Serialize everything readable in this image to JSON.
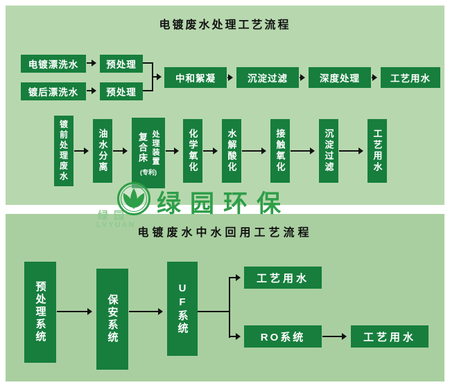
{
  "colors": {
    "box_green": "#177e3d",
    "bg_top": "#b7d8ae",
    "bg_bottom": "#a9cfa0",
    "logo_green": "#2f9e49",
    "watermark_green": "#8fc98f",
    "arrow_black": "#111111",
    "text_black": "#111111",
    "box_text": "#ffffff"
  },
  "panel_top": {
    "title": "电镀废水处理工艺流程",
    "row1": {
      "rinse_water": "电镀漂洗水",
      "pretreat1": "预处理",
      "post_rinse_water": "镀后漂洗水",
      "pretreat2": "预处理",
      "neutralize": "中和絮凝",
      "sediment_filter": "沉淀过滤",
      "deep_treat": "深度处理",
      "process_water": "工艺用水"
    },
    "row2": {
      "pre_plating_wastewater": "镀前处理废水",
      "oil_water_sep": "油水分离",
      "composite_left": "复合床",
      "composite_right": "处理装置",
      "composite_patent": "(专利)",
      "chem_oxidation": "化学氧化",
      "hydrolysis": "水解酸化",
      "contact_oxidation": "接触氧化",
      "sediment_filter": "沉淀过滤",
      "process_water": "工艺用水"
    }
  },
  "logo": {
    "brand": "绿园环保",
    "watermark_cn": "绿园",
    "watermark_en": "LVYUAN"
  },
  "panel_bottom": {
    "title": "电镀废水中水回用工艺流程",
    "pretreat_system": "预处理系统",
    "security_system": "保安系统",
    "uf_system": "UF系统",
    "process_water_top": "工艺用水",
    "ro_system": "RO系统",
    "process_water_bottom": "工艺用水"
  }
}
